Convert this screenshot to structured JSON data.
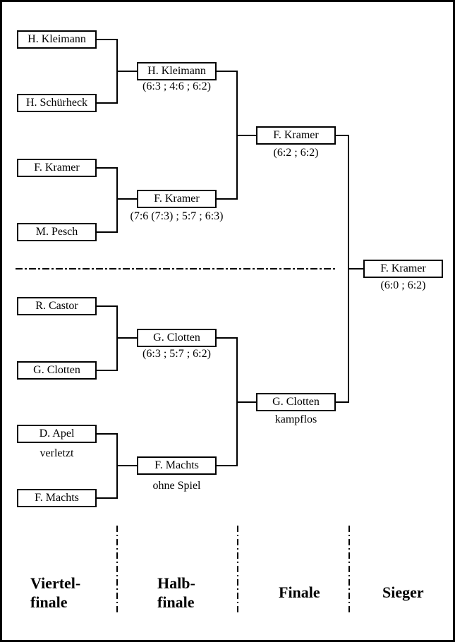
{
  "colors": {
    "background": "#ffffff",
    "line": "#000000",
    "text": "#000000"
  },
  "bracket": {
    "round1": [
      {
        "name": "H. Kleimann"
      },
      {
        "name": "H. Schürheck"
      },
      {
        "name": "F. Kramer"
      },
      {
        "name": "M. Pesch"
      },
      {
        "name": "R. Castor"
      },
      {
        "name": "G. Clotten"
      },
      {
        "name": "D. Apel",
        "note": "verletzt"
      },
      {
        "name": "F. Machts"
      }
    ],
    "round2": [
      {
        "name": "H. Kleimann",
        "score": "(6:3 ; 4:6 ; 6:2)"
      },
      {
        "name": "F. Kramer",
        "score": "(7:6 (7:3) ; 5:7 ; 6:3)"
      },
      {
        "name": "G. Clotten",
        "score": "(6:3 ; 5:7 ; 6:2)"
      },
      {
        "name": "F. Machts",
        "score": "ohne Spiel"
      }
    ],
    "round3": [
      {
        "name": "F. Kramer",
        "score": "(6:2 ; 6:2)"
      },
      {
        "name": "G. Clotten",
        "score": "kampflos"
      }
    ],
    "winner": {
      "name": "F. Kramer",
      "score": "(6:0 ; 6:2)"
    }
  },
  "stages": [
    {
      "line1": "Viertel-",
      "line2": "finale"
    },
    {
      "line1": "Halb-",
      "line2": "finale"
    },
    {
      "line1": "Finale",
      "line2": ""
    },
    {
      "line1": "Sieger",
      "line2": ""
    }
  ]
}
